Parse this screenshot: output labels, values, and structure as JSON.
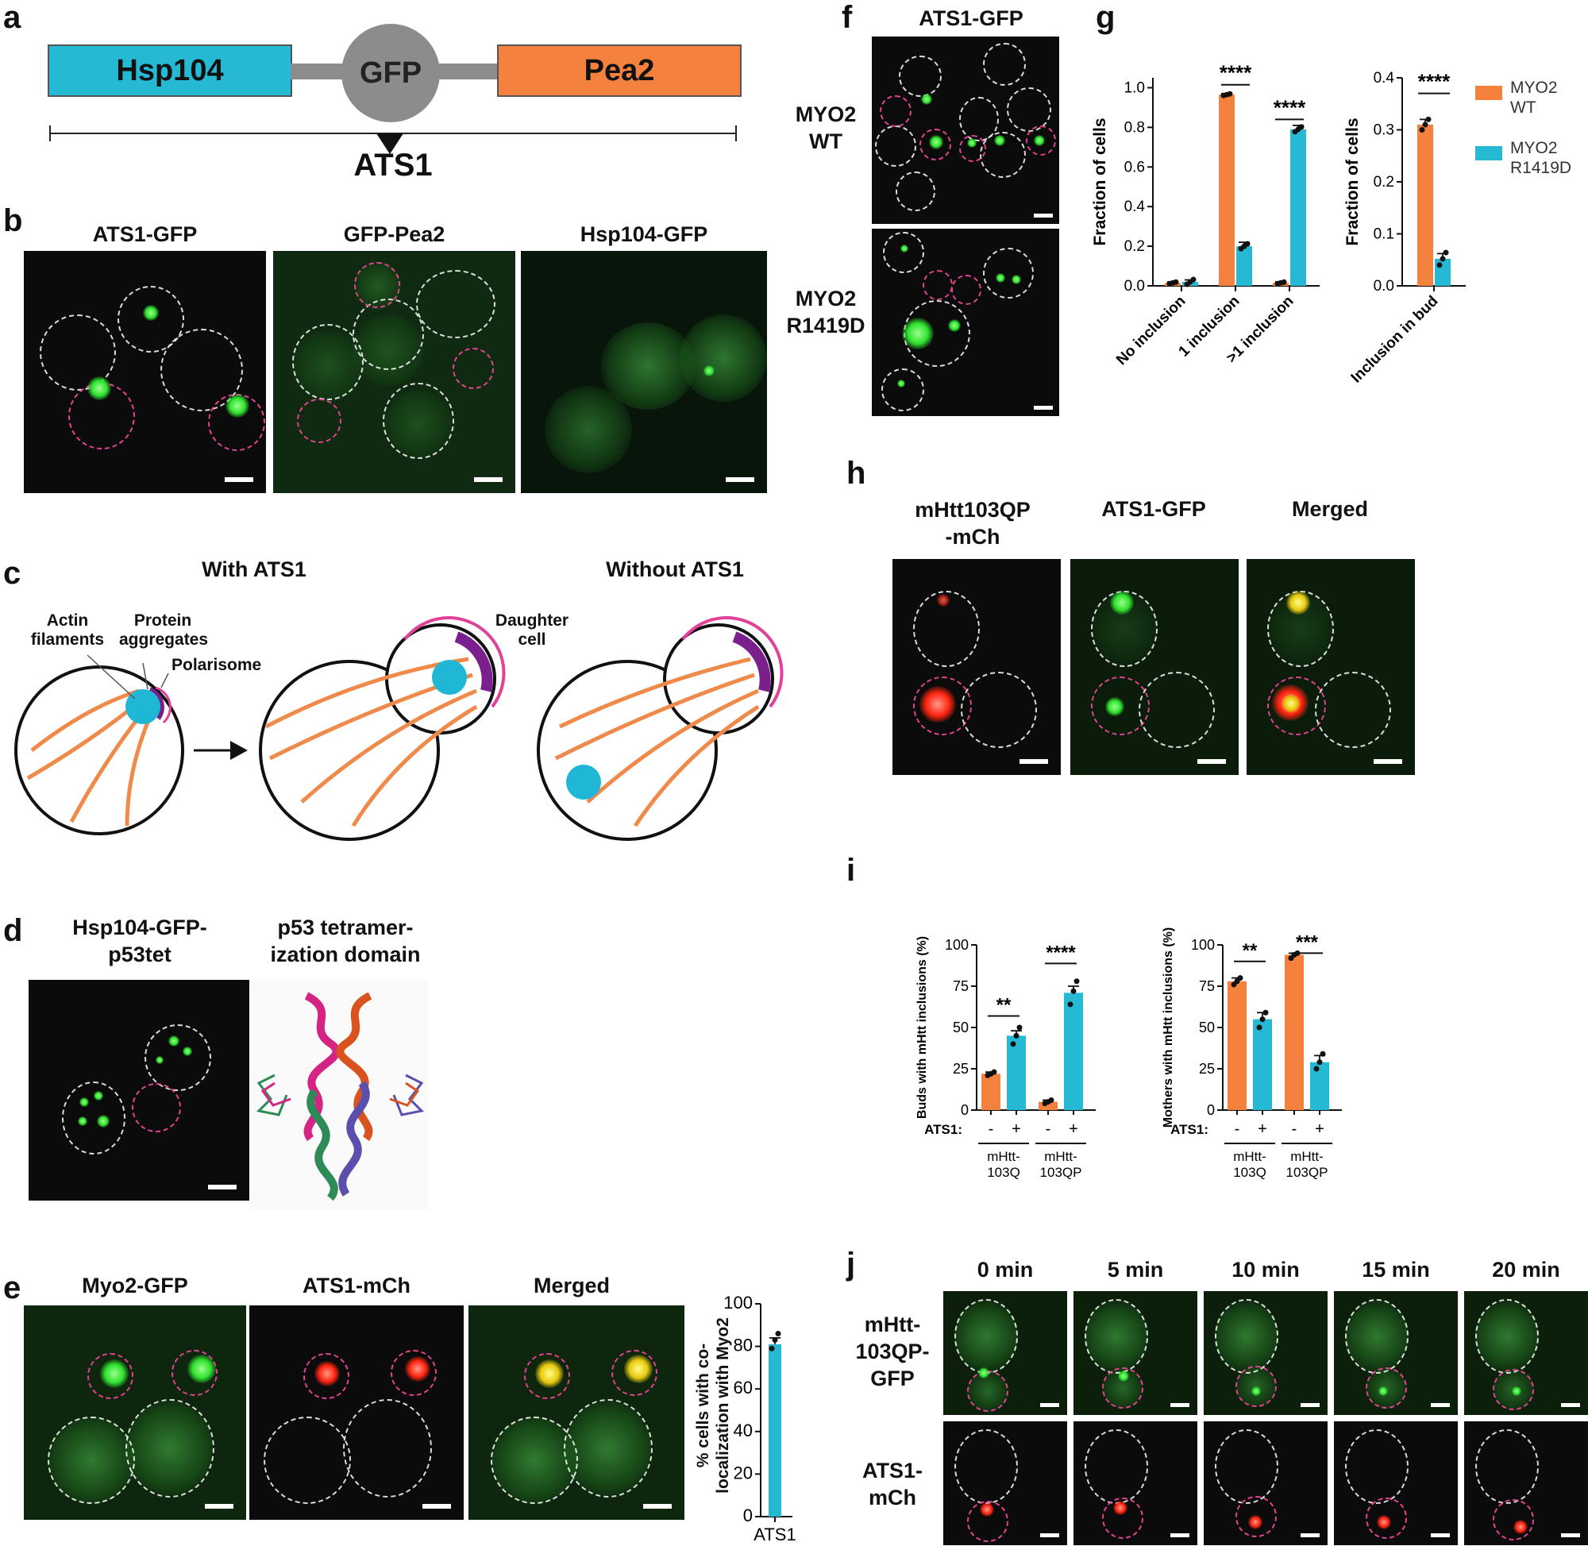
{
  "panels": {
    "a": {
      "label": "a",
      "construct": {
        "left": "Hsp104",
        "middle": "GFP",
        "right": "Pea2",
        "marker": "ATS1"
      },
      "colors": {
        "hsp104": "#25b9d4",
        "gfp": "#8c8c8c",
        "pea2": "#f4813e"
      }
    },
    "b": {
      "label": "b",
      "titles": [
        "ATS1-GFP",
        "GFP-Pea2",
        "Hsp104-GFP"
      ]
    },
    "c": {
      "label": "c",
      "with_title": "With ATS1",
      "without_title": "Without ATS1",
      "annotations": {
        "actin_1": "Actin",
        "actin_2": "filaments",
        "protein_1": "Protein",
        "protein_2": "aggregates",
        "polarisome": "Polarisome",
        "daughter_1": "Daughter",
        "daughter_2": "cell"
      },
      "colors": {
        "actin": "#f08a4b",
        "aggregate": "#20b7d6",
        "polarisome": "#7a1f8c",
        "membrane": "#e0429a"
      }
    },
    "d": {
      "label": "d",
      "titles": [
        "Hsp104-GFP-\np53tet",
        "p53 tetramer-\nization domain"
      ]
    },
    "e": {
      "label": "e",
      "titles": [
        "Myo2-GFP",
        "ATS1-mCh",
        "Merged"
      ],
      "chart": {
        "ylabel_1": "% cells with co-",
        "ylabel_2": "localization with Myo2",
        "category": "ATS1"
      }
    },
    "f": {
      "label": "f",
      "title": "ATS1-GFP",
      "rows": [
        "MYO2\nWT",
        "MYO2\nR1419D"
      ]
    },
    "g": {
      "label": "g",
      "ylabel": "Fraction of cells",
      "sig": "****",
      "legend": [
        {
          "name": "MYO2\nWT",
          "color": "#f4813e"
        },
        {
          "name": "MYO2\nR1419D",
          "color": "#25b9d4"
        }
      ]
    },
    "h": {
      "label": "h",
      "titles": [
        "mHtt103QP\n-mCh",
        "ATS1-GFP",
        "Merged"
      ]
    },
    "i": {
      "label": "i",
      "ats_label": "ATS1:",
      "minus": "-",
      "plus": "+",
      "groups": [
        "mHtt-\n103Q",
        "mHtt-\n103QP"
      ]
    },
    "j": {
      "label": "j",
      "times": [
        "0 min",
        "5 min",
        "10 min",
        "15 min",
        "20 min"
      ],
      "rows": [
        "mHtt-\n103QP-\nGFP",
        "ATS1-\nmCh"
      ]
    }
  },
  "chart_data": [
    {
      "id": "e-bar",
      "type": "bar",
      "categories": [
        "ATS1"
      ],
      "values": [
        81
      ],
      "points": [
        [
          79,
          83,
          86
        ]
      ],
      "error": [
        3
      ],
      "ylabel": "% cells with co-localization with Myo2",
      "ylim": [
        0,
        100
      ],
      "yticks": [
        0,
        20,
        40,
        60,
        80,
        100
      ],
      "color": "#25b9d4"
    },
    {
      "id": "g-left",
      "type": "bar",
      "categories": [
        "No inclusion",
        "1 inclusion",
        ">1 inclusion"
      ],
      "series": [
        {
          "name": "MYO2 WT",
          "values": [
            0.015,
            0.965,
            0.015
          ],
          "error": [
            0.005,
            0.005,
            0.005
          ]
        },
        {
          "name": "MYO2 R1419D",
          "values": [
            0.02,
            0.2,
            0.79
          ],
          "error": [
            0.01,
            0.02,
            0.02
          ]
        }
      ],
      "ylabel": "Fraction of cells",
      "ylim": [
        0,
        1.05
      ],
      "yticks": [
        0.0,
        0.2,
        0.4,
        0.6,
        0.8,
        1.0
      ],
      "significance": [
        null,
        "****",
        "****"
      ]
    },
    {
      "id": "g-right",
      "type": "bar",
      "categories": [
        "Inclusion in bud"
      ],
      "series": [
        {
          "name": "MYO2 WT",
          "values": [
            0.31
          ],
          "error": [
            0.01
          ]
        },
        {
          "name": "MYO2 R1419D",
          "values": [
            0.052
          ],
          "error": [
            0.01
          ]
        }
      ],
      "ylabel": "Fraction of cells",
      "ylim": [
        0,
        0.4
      ],
      "yticks": [
        0.0,
        0.1,
        0.2,
        0.3,
        0.4
      ],
      "significance": [
        "****"
      ]
    },
    {
      "id": "i-left",
      "type": "bar",
      "categories": [
        "mHtt-103Q -",
        "mHtt-103Q +",
        "mHtt-103QP -",
        "mHtt-103QP +"
      ],
      "values": [
        22,
        45,
        5,
        71
      ],
      "error": [
        1,
        3,
        1,
        4
      ],
      "colors": [
        "#f4813e",
        "#25b9d4",
        "#f4813e",
        "#25b9d4"
      ],
      "ylabel": "Buds with mHtt inclusions (%)",
      "ylim": [
        0,
        100
      ],
      "yticks": [
        0,
        25,
        50,
        75,
        100
      ],
      "significance": [
        "**",
        "****"
      ]
    },
    {
      "id": "i-right",
      "type": "bar",
      "categories": [
        "mHtt-103Q -",
        "mHtt-103Q +",
        "mHtt-103QP -",
        "mHtt-103QP +"
      ],
      "values": [
        78,
        55,
        94,
        29
      ],
      "error": [
        2,
        4,
        1,
        4
      ],
      "colors": [
        "#f4813e",
        "#25b9d4",
        "#f4813e",
        "#25b9d4"
      ],
      "ylabel": "Mothers with mHtt inclusions (%)",
      "ylim": [
        0,
        100
      ],
      "yticks": [
        0,
        25,
        50,
        75,
        100
      ],
      "significance": [
        "**",
        "***"
      ]
    }
  ]
}
